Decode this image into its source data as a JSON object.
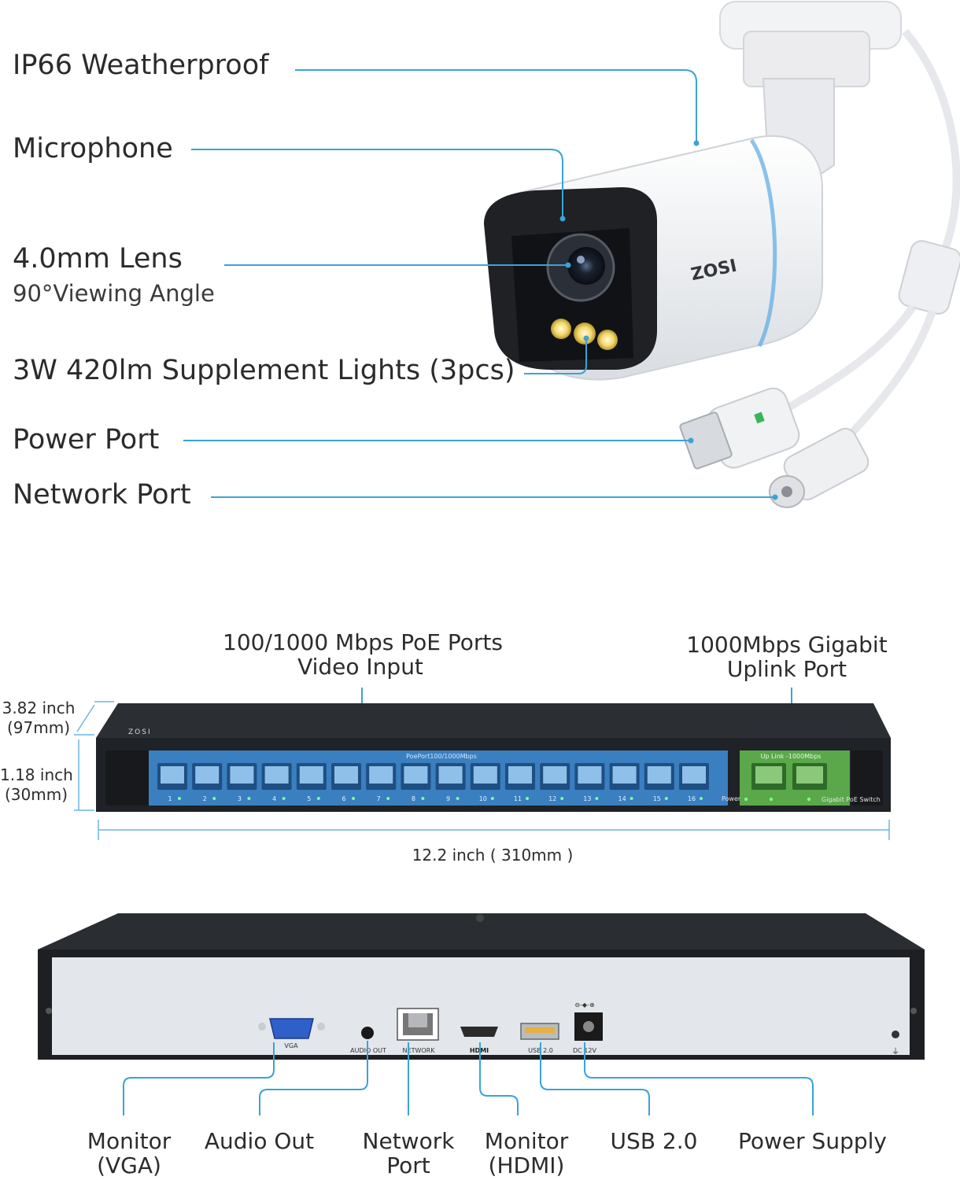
{
  "camera": {
    "callouts": [
      {
        "id": "weatherproof",
        "label": "IP66 Weatherproof"
      },
      {
        "id": "microphone",
        "label": "Microphone"
      },
      {
        "id": "lens",
        "label": "4.0mm Lens",
        "sub": "90°Viewing Angle"
      },
      {
        "id": "lights",
        "label": "3W 420lm Supplement Lights (3pcs)"
      },
      {
        "id": "power",
        "label": "Power Port"
      },
      {
        "id": "network",
        "label": "Network Port"
      }
    ],
    "brand": "ZOSI"
  },
  "switch": {
    "brand": "ZOSI",
    "poe_label_line1": "100/1000 Mbps PoE Ports",
    "poe_label_line2": "Video Input",
    "uplink_label_line1": "1000Mbps Gigabit",
    "uplink_label_line2": "Uplink Port",
    "panel_text": "PoePort100/1000Mbps",
    "uplink_panel_text": "Up Link -1000Mbps",
    "power_text": "Power",
    "switch_text": "Gigabit PoE Switch",
    "ports": [
      "1",
      "2",
      "3",
      "4",
      "5",
      "6",
      "7",
      "8",
      "9",
      "10",
      "11",
      "12",
      "13",
      "14",
      "15",
      "16"
    ],
    "height_line1": "3.82 inch",
    "height_line2": "(97mm)",
    "depth_line1": "1.18 inch",
    "depth_line2": "(30mm)",
    "width_label": "12.2 inch ( 310mm )"
  },
  "nvr": {
    "port_labels": {
      "vga": "VGA",
      "audio": "AUDIO OUT",
      "network": "NETWORK",
      "hdmi": "HDMI",
      "usb": "USB 2.0",
      "dc": "DC 12V"
    },
    "callouts": [
      {
        "id": "vga",
        "line1": "Monitor",
        "line2": "(VGA)"
      },
      {
        "id": "audio",
        "line1": "Audio Out",
        "line2": ""
      },
      {
        "id": "network",
        "line1": "Network",
        "line2": "Port"
      },
      {
        "id": "hdmi",
        "line1": "Monitor",
        "line2": "(HDMI)"
      },
      {
        "id": "usb",
        "line1": "USB 2.0",
        "line2": ""
      },
      {
        "id": "power",
        "line1": "Power Supply",
        "line2": ""
      }
    ]
  },
  "colors": {
    "leader": "#3aa3d8",
    "port_panel": "#3a7fc0",
    "uplink_panel": "#5aa84a",
    "device_body": "#2a2d31"
  }
}
